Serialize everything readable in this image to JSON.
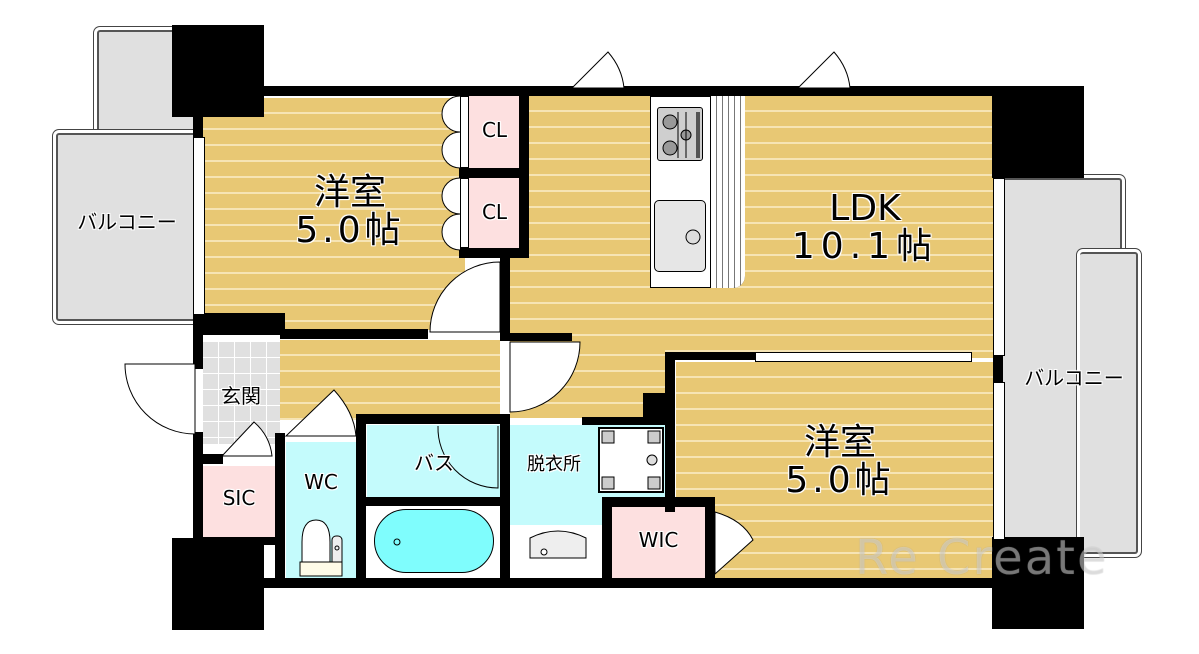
{
  "floorplan": {
    "rooms": {
      "western_room_1": {
        "name": "洋室",
        "size": "5.0帖"
      },
      "ldk": {
        "name": "LDK",
        "size": "10.1帖"
      },
      "western_room_2": {
        "name": "洋室",
        "size": "5.0帖"
      },
      "entrance": {
        "name": "玄関"
      },
      "toilet": {
        "name": "WC"
      },
      "bath": {
        "name": "バス"
      },
      "dressing": {
        "name": "脱衣所"
      },
      "shoe_closet": {
        "name": "SIC"
      },
      "walk_in_closet": {
        "name": "WIC"
      },
      "closet_1": {
        "name": "CL"
      },
      "closet_2": {
        "name": "CL"
      },
      "balcony_west": {
        "name": "バルコニー"
      },
      "balcony_east": {
        "name": "バルコニー"
      }
    },
    "colors": {
      "wood_floor": "#e8c874",
      "wet_area": "#c4fbfc",
      "closet": "#fde0e0",
      "balcony": "#e0e0e0",
      "wall": "#000000"
    },
    "watermark": "Re Create"
  }
}
